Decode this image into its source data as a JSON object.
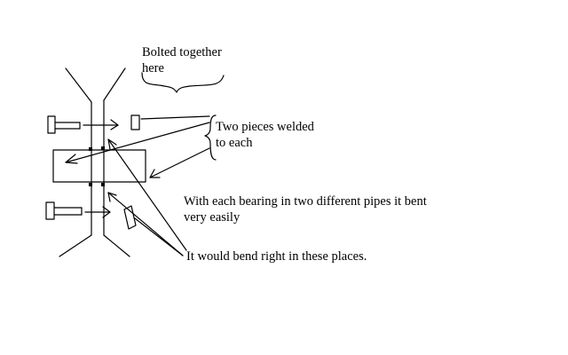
{
  "annotations": {
    "bolted_line1": "Bolted together",
    "bolted_line2": "here",
    "two_pieces_line1": "Two pieces welded",
    "two_pieces_line2": "to each",
    "bearing_line1": "With each bearing in two different pipes it bent",
    "bearing_line2": "very easily",
    "bend_note": "It would bend right in these places."
  },
  "colors": {
    "ink": "#000000",
    "background": "#ffffff"
  }
}
